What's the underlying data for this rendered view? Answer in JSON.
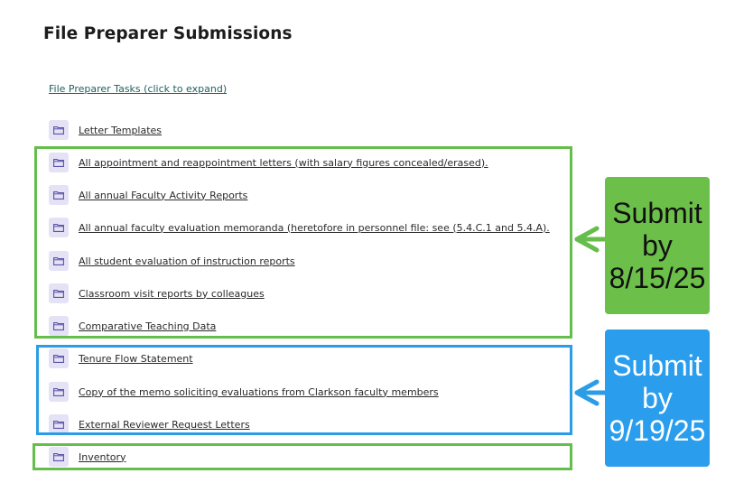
{
  "page": {
    "title": "File Preparer Submissions",
    "tasks_link": "File Preparer Tasks (click to expand)"
  },
  "icons": {
    "folder": "folder-icon"
  },
  "items": [
    {
      "label": "Letter Templates"
    },
    {
      "label": "All appointment and reappointment letters (with salary figures concealed/erased)."
    },
    {
      "label": "All annual Faculty Activity Reports"
    },
    {
      "label": "All annual faculty evaluation memoranda (heretofore in personnel file: see (5.4.C.1 and 5.4.A)."
    },
    {
      "label": "All student evaluation of instruction reports"
    },
    {
      "label": "Classroom visit reports by colleagues"
    },
    {
      "label": "Comparative Teaching Data"
    },
    {
      "label": "Tenure Flow Statement"
    },
    {
      "label": "Copy of the memo soliciting evaluations from Clarkson faculty members"
    },
    {
      "label": "External Reviewer Request Letters"
    },
    {
      "label": "Inventory"
    }
  ],
  "callouts": {
    "green": {
      "line1": "Submit",
      "line2": "by",
      "line3": "8/15/25"
    },
    "blue": {
      "line1": "Submit",
      "line2": "by",
      "line3": "9/19/25"
    }
  },
  "colors": {
    "green": "#65bd4b",
    "blue": "#2a9de6",
    "folder_badge": "#e4e2f4",
    "folder_icon": "#5a52a8"
  }
}
